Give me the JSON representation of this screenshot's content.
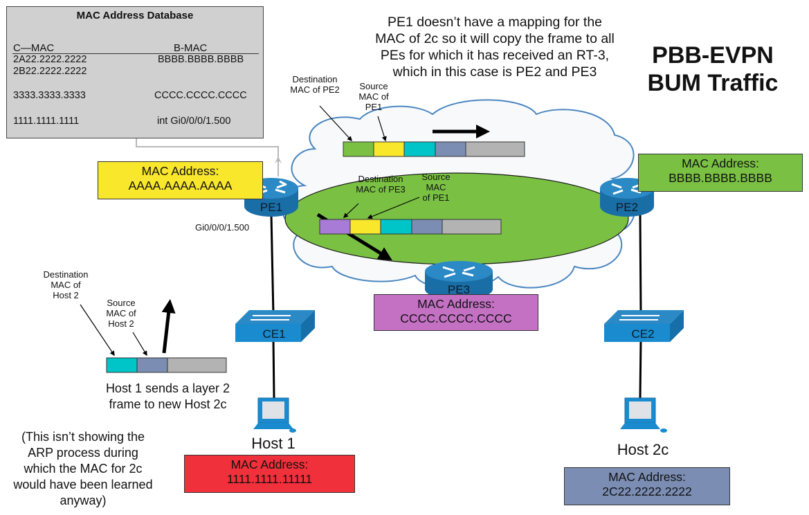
{
  "title": {
    "line1": "PBB-EVPN",
    "line2": "BUM Traffic"
  },
  "mac_database": {
    "title": "MAC Address Database",
    "columns": [
      "C—MAC",
      "B-MAC"
    ],
    "rows": [
      {
        "c_mac": "2A22.2222.2222",
        "b_mac": "BBBB.BBBB.BBBB"
      },
      {
        "c_mac": "2B22.2222.2222",
        "b_mac": ""
      },
      {
        "c_mac": "3333.3333.3333",
        "b_mac": "CCCC.CCCC.CCCC"
      },
      {
        "c_mac": "1111.1111.1111",
        "b_mac": "int Gi0/0/0/1.500"
      }
    ]
  },
  "explanation": {
    "lines": [
      "PE1 doesn’t have a mapping for the",
      "MAC of 2c so it will copy the frame to all",
      "PEs for which it has received an RT-3,",
      "which in this case is PE2 and PE3"
    ]
  },
  "devices": {
    "pe1": {
      "label": "PE1",
      "type": "router",
      "interface": "Gi0/0/0/1.500",
      "mac_label": "MAC Address:",
      "mac": "AAAA.AAAA.AAAA",
      "color": "#f9e72c"
    },
    "pe2": {
      "label": "PE2",
      "type": "router",
      "mac_label": "MAC Address:",
      "mac": "BBBB.BBBB.BBBB",
      "color": "#7ac143"
    },
    "pe3": {
      "label": "PE3",
      "type": "router",
      "mac_label": "MAC Address:",
      "mac": "CCCC.CCCC.CCCC",
      "color": "#c471c4"
    },
    "ce1": {
      "label": "CE1",
      "type": "switch"
    },
    "ce2": {
      "label": "CE2",
      "type": "switch"
    },
    "host1": {
      "label": "Host 1",
      "type": "host",
      "mac_label": "MAC Address:",
      "mac": "1111.1111.11111",
      "color": "#f0303a"
    },
    "host2c": {
      "label": "Host 2c",
      "type": "host",
      "mac_label": "MAC Address:",
      "mac": "2C22.2222.2222",
      "color": "#7b8db3"
    }
  },
  "frames": {
    "to_pe2": {
      "dest_label": [
        "Destination",
        "MAC of PE2"
      ],
      "src_label": [
        "Source",
        "MAC of",
        "PE1"
      ],
      "segments": [
        "#7ac143",
        "#f9e72c",
        "#00c5c8",
        "#7b8db3",
        "#b3b3b3"
      ]
    },
    "to_pe3": {
      "dest_label": [
        "Destination",
        "MAC of PE3"
      ],
      "src_label": [
        "Source",
        "MAC",
        "of PE1"
      ],
      "segments": [
        "#a87bd6",
        "#f9e72c",
        "#00c5c8",
        "#7b8db3",
        "#b3b3b3"
      ]
    },
    "host_frame": {
      "dest_label": [
        "Destination",
        "MAC of",
        "Host 2"
      ],
      "src_label": [
        "Source",
        "MAC of",
        "Host 2"
      ],
      "segments": [
        "#00c5c8",
        "#7b8db3",
        "#b3b3b3"
      ]
    }
  },
  "host_caption": [
    "Host 1 sends a layer 2",
    "frame to new Host 2c"
  ],
  "note": [
    "(This isn’t showing the",
    "ARP process during",
    "which the MAC for 2c",
    "would have been learned",
    "anyway)"
  ],
  "colors": {
    "cloud_border": "#4a86c0",
    "cloud_fill": "#f8f9fb",
    "core_ellipse": "#7ac143",
    "device_blue": "#1f7fbf",
    "db_fill": "#d0d0d0"
  }
}
